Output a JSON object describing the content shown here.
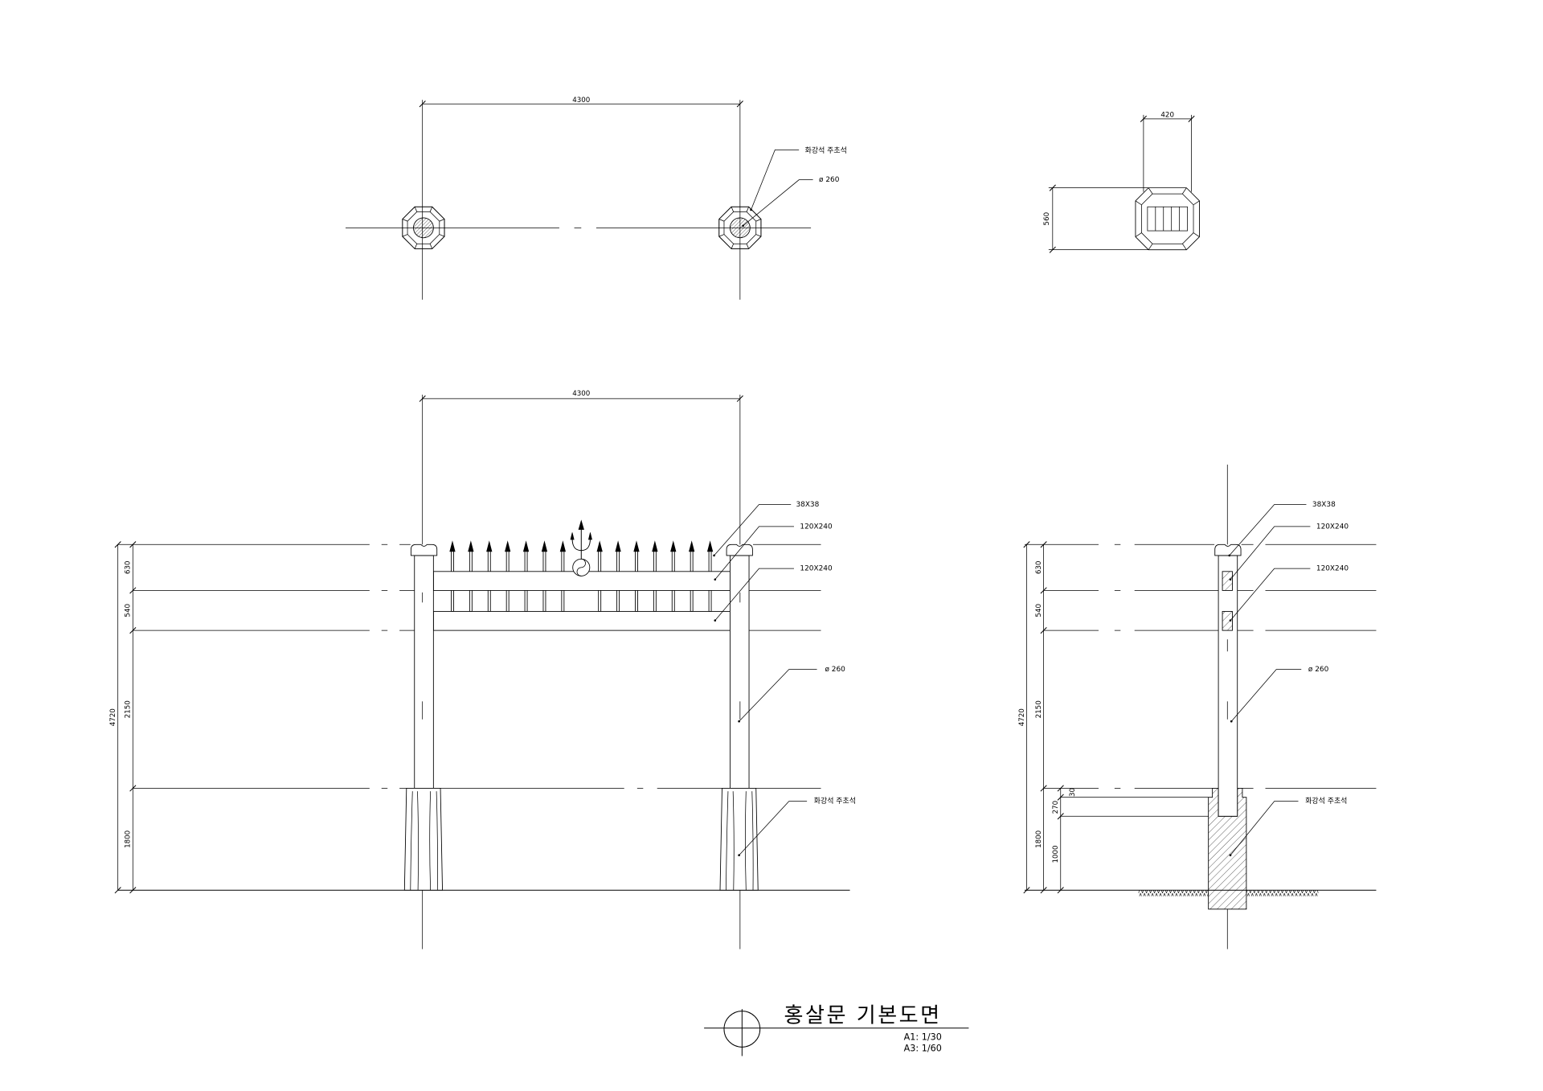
{
  "plan_view": {
    "span_dim": "4300",
    "base_stone_callout": "화강석 주초석",
    "column_callout": "ø 260"
  },
  "base_stone_plan": {
    "width_dim": "420",
    "depth_dim": "560"
  },
  "front_elevation": {
    "span_dim": "4300",
    "height_dims": [
      "630",
      "540",
      "2150",
      "1800"
    ],
    "total_height_dim": "4720",
    "callouts": {
      "arrow_bar": "38X38",
      "upper_beam": "120X240",
      "lower_beam": "120X240",
      "column": "ø 260",
      "base_stone": "화강석 주초석"
    }
  },
  "side_section": {
    "height_dims": [
      "630",
      "540",
      "2150",
      "1800"
    ],
    "total_height_dim": "4720",
    "base_dims": [
      "30",
      "270",
      "1000"
    ],
    "callouts": {
      "arrow_bar": "38X38",
      "upper_beam": "120X240",
      "lower_beam": "120X240",
      "column": "ø 260",
      "base_stone": "화강석 주초석"
    }
  },
  "title_block": {
    "title": "홍살문 기본도면",
    "scale_a1": "A1: 1/30",
    "scale_a3": "A3: 1/60"
  }
}
